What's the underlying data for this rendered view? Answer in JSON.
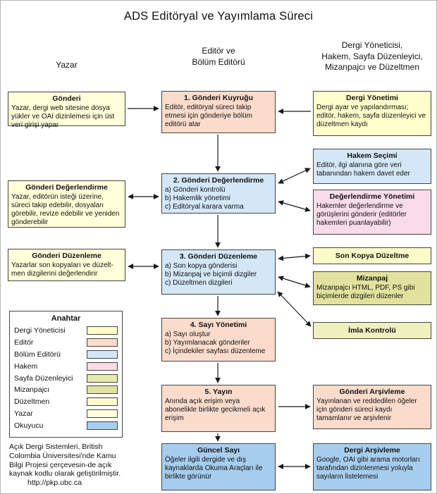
{
  "title": "ADS Editöryal ve Yayımlama Süreci",
  "headers": {
    "author": "Yazar",
    "editor": "Editör ve\nBölüm Editörü",
    "staff": "Dergi Yöneticisi,\nHakem, Sayfa Düzenleyici,\nMizanpajcı ve Düzeltmen"
  },
  "left": {
    "boxes": [
      {
        "title": "Gönderi",
        "body": "Yazar, dergi web sitesine dosya yükler ve OAI dizinlemesi için üst veri girişi yapar",
        "color": "#ffffd9"
      },
      {
        "title": "Gönderi Değerlendirme",
        "body": "Yazar, editörün isteği üzerine, süreci takip edebilir, dosyaları görebilir, revize edebilir ve yeniden gönderebilir",
        "color": "#ffffd9"
      },
      {
        "title": "Gönderi Düzenleme",
        "body": "Yazarlar son kopyaları ve düzelt-men dizgilerini değerlendirir",
        "color": "#ffffd9"
      }
    ]
  },
  "center": {
    "boxes": [
      {
        "title": "1. Gönderi Kuyruğu",
        "body": "Editör, editöryal süreci takip etmesi için gönderiye bölüm editörü atar",
        "color": "#fbdccc"
      },
      {
        "title": "2. Gönderi Değerlendirme",
        "body": "a) Gönderi kontrolü\nb) Hakemlik yönetimi\nc) Editöryal karara varma",
        "color": "#d4e7f7"
      },
      {
        "title": "3. Gönderi Düzenleme",
        "body": "a) Son kopya gönderisi\nb) Mizanpaj ve biçimli dizgiler\nc) Düzeltmen dizgileri",
        "color": "#d4e7f7"
      },
      {
        "title": "4. Sayı Yönetimi",
        "body": "a) Sayı oluştur\nb) Yayımlanacak gönderiler\nc) İçindekiler sayfası düzenleme",
        "color": "#fbdccc"
      },
      {
        "title": "5. Yayın",
        "body": "Anında açık erişim veya abonelikle birlikte gecikmeli açık erişim",
        "color": "#fbdccc"
      },
      {
        "title": "Güncel Sayı",
        "body": "Öğeler ilgili dergide ve dış kaynaklarda Okuma Araçları ile birlikte görünür",
        "color": "#a6cdee"
      }
    ]
  },
  "right": {
    "boxes": [
      {
        "title": "Dergi Yönetimi",
        "body": "Dergi ayar ve yapılandırması; editör, hakem, sayfa düzenleyici ve düzeltmen kaydı",
        "color": "#ffffcc"
      },
      {
        "title": "Hakem Seçimi",
        "body": "Editör, ilgi alanına göre veri tabanından hakem davet eder",
        "color": "#d4e7f7"
      },
      {
        "title": "Değerlendirme Yönetimi",
        "body": "Hakemler değerlendirme ve görüşlerini gönderir (editörler hakemleri puanlayabilir)",
        "color": "#f8dce8"
      },
      {
        "title": "Son Kopya Düzeltme",
        "color": "#fbfbc8"
      },
      {
        "title": "Mizanpaj",
        "body": "Mizanpajcı HTML, PDF, PS gibi biçimlerde dizgileri düzenler",
        "color": "#e2e29e"
      },
      {
        "title": "İmla Kontrolü",
        "color": "#eff0c0"
      },
      {
        "title": "Gönderi Arşivleme",
        "body": "Yayınlanan ve reddedilen öğeler için gönderi süreci kaydı tamamlanır ve arşivlenir",
        "color": "#fbdccc"
      },
      {
        "title": "Dergi Arşivleme",
        "body": "Google, OAI gibi arama motorları tarafından dizinlenmesi yoluyla sayıların listelemesi",
        "color": "#a6cdee"
      }
    ]
  },
  "legend": {
    "title": "Anahtar",
    "items": [
      {
        "label": "Dergi Yöneticisi",
        "color": "#ffffcc"
      },
      {
        "label": "Editör",
        "color": "#fbdccc"
      },
      {
        "label": "Bölüm Editörü",
        "color": "#d4e7f7"
      },
      {
        "label": "Hakem",
        "color": "#f8dce8"
      },
      {
        "label": "Sayfa Düzenleyici",
        "color": "#e8e8b0"
      },
      {
        "label": "Mizanpajcı",
        "color": "#e2e29e"
      },
      {
        "label": "Düzeltmen",
        "color": "#fbfbc8"
      },
      {
        "label": "Yazar",
        "color": "#ffffd9"
      },
      {
        "label": "Okuyucu",
        "color": "#a6cdee"
      }
    ]
  },
  "footnote": {
    "text": "Açık Dergi Sistemleri, British Colombia Üniversitesi'nde Kamu Bilgi Projesi çerçevesin-de açık kaynak kodlu olarak geliştirilmiştir.",
    "url": "http://pkp.ubc.ca"
  }
}
